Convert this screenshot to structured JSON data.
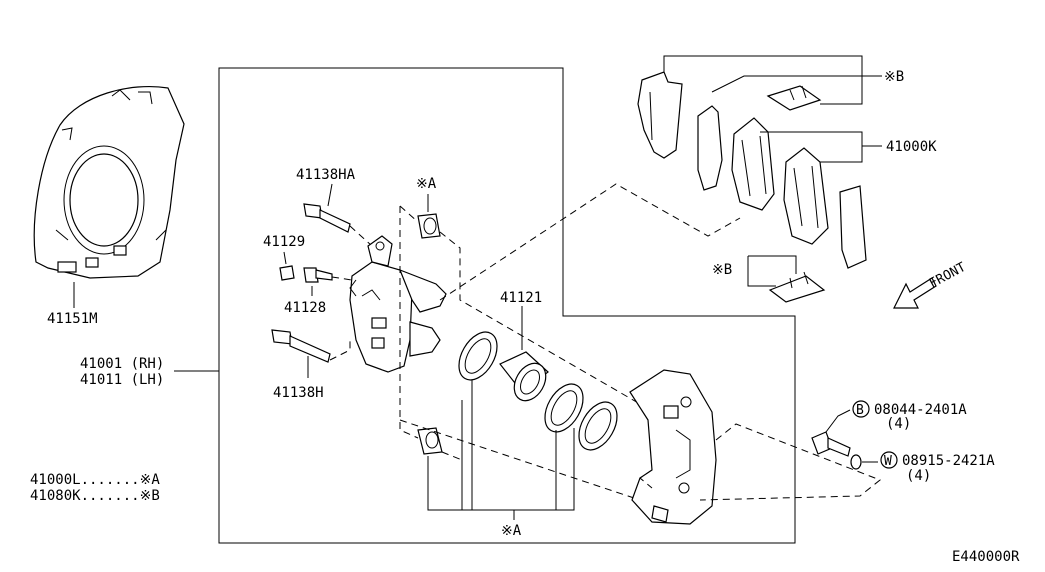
{
  "labels": {
    "shield": "41151M",
    "caliper_assembly_rh": "41001 (RH)",
    "caliper_assembly_lh": "41011 (LH)",
    "pin_bolt_upper": "41138HA",
    "bleeder_cap": "41129",
    "bleeder_screw": "41128",
    "pin_bolt_lower": "41138H",
    "piston_seal_kit": "41121",
    "pad_kit": "41000K",
    "kit_ref_a_top": "※A",
    "kit_ref_a_bottom": "※A",
    "kit_ref_b_top": "※B",
    "kit_ref_b_mid": "※B",
    "front_arrow": "FRONT",
    "bolt_part": "08044-2401A",
    "bolt_qty": "(4)",
    "washer_part": "08915-2421A",
    "washer_qty": "(4)",
    "circle_b": "B",
    "circle_w": "W",
    "diagram_code": "E440000R"
  },
  "legend": [
    {
      "part": "41000L",
      "dots": ".......",
      "ref": "※A"
    },
    {
      "part": "41080K",
      "dots": ".......",
      "ref": "※B"
    }
  ]
}
